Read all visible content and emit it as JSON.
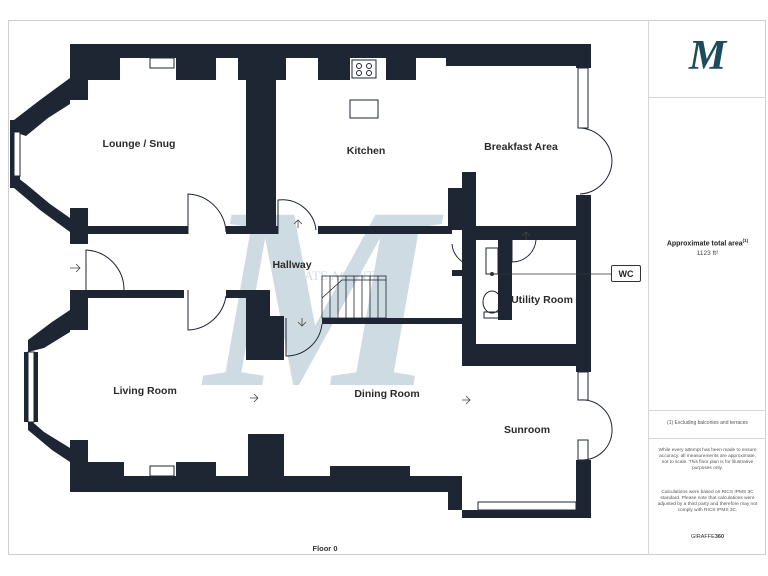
{
  "rooms": {
    "lounge": "Lounge / Snug",
    "kitchen": "Kitchen",
    "breakfast": "Breakfast Area",
    "hallway": "Hallway",
    "utility": "Utility Room",
    "living": "Living Room",
    "dining": "Dining Room",
    "sunroom": "Sunroom"
  },
  "callout": {
    "wc": "WC"
  },
  "floor_label": "Floor 0",
  "watermark_text": "ESTATE AGENTS",
  "panel": {
    "logo_letter": "M",
    "area_title": "Approximate total area",
    "area_title_sup": "(1)",
    "area_value": "1123 ft²",
    "footnote": "(1) Excluding balconies and terraces",
    "disclaimer": "While every attempt has been made to ensure accuracy, all measurements are approximate, not to scale. This floor plan is for illustrative purposes only.",
    "calculations": "Calculations were based on RICS IPMS 3C standard. Please note that calculations were adjusted by a third party and therefore may not comply with RICS IPMS 3C.",
    "brand_prefix": "GIRAFFE",
    "brand_suffix": "360"
  },
  "colors": {
    "wall": "#1e2533",
    "watermark": "#a9bfcc",
    "logo": "#1d4b5b"
  }
}
